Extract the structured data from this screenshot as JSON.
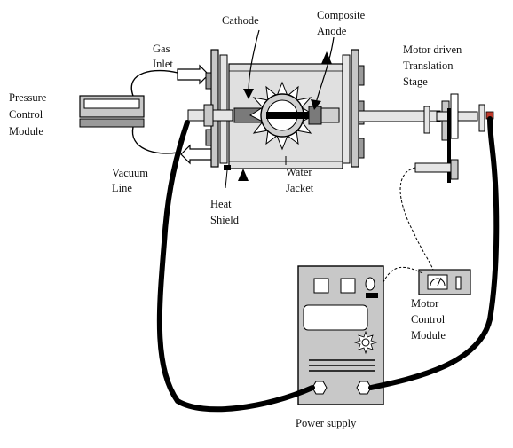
{
  "labels": {
    "cathode": "Cathode",
    "composite_anode_1": "Composite",
    "composite_anode_2": "Anode",
    "gas_inlet_1": "Gas",
    "gas_inlet_2": "Inlet",
    "motor_stage_1": "Motor driven",
    "motor_stage_2": "Translation",
    "motor_stage_3": "Stage",
    "pressure_1": "Pressure",
    "pressure_2": "Control",
    "pressure_3": "Module",
    "vacuum_1": "Vacuum",
    "vacuum_2": "Line",
    "heat_shield_1": "Heat",
    "heat_shield_2": "Shield",
    "water_jacket_1": "Water",
    "water_jacket_2": "Jacket",
    "motor_control_1": "Motor",
    "motor_control_2": "Control",
    "motor_control_3": "Module",
    "power_supply": "Power supply"
  },
  "colors": {
    "line": "#000000",
    "panel_gray": "#c8c8c8",
    "panel_dark": "#9a9a9a",
    "cable": "#000000",
    "accent_red": "#c0392b"
  }
}
